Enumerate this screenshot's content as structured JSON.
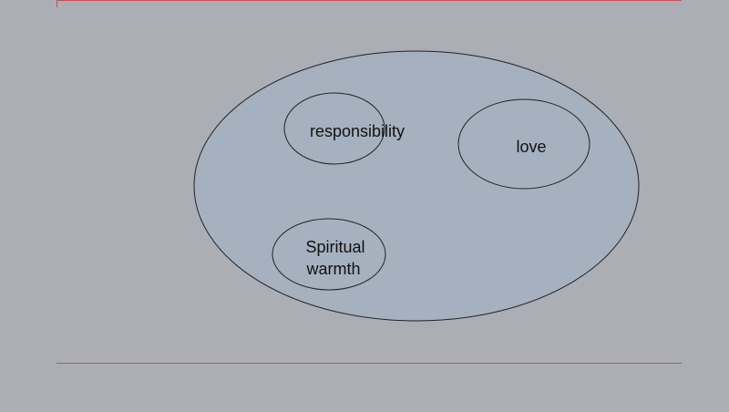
{
  "diagram": {
    "outer_ellipse": {
      "fill": "#a5b1bf",
      "stroke": "#222222"
    },
    "concepts": [
      {
        "id": "responsibility",
        "lines": [
          "responsibility"
        ]
      },
      {
        "id": "love",
        "lines": [
          "love"
        ]
      },
      {
        "id": "spiritual-warmth",
        "lines": [
          "Spiritual",
          "warmth"
        ]
      }
    ]
  },
  "colors": {
    "background": "#acaeb6",
    "rule": "#c0505c",
    "text": "#111111"
  }
}
